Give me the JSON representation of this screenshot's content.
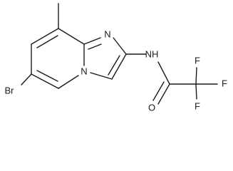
{
  "molecule": {
    "atoms": {
      "bromine": "Br",
      "ring_nitrogen_top": "N",
      "ring_nitrogen_bridge": "N",
      "amide_nh": "NH",
      "carbonyl_oxygen": "O",
      "fluorine_1": "F",
      "fluorine_2": "F",
      "fluorine_3": "F"
    }
  }
}
